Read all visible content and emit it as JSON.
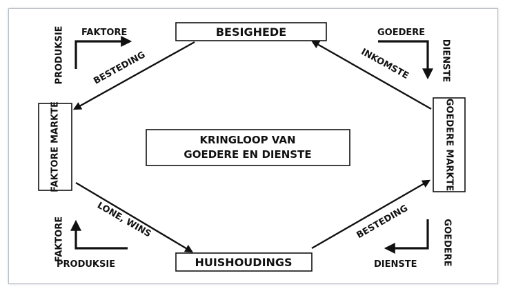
{
  "nodes": {
    "besighede": "BESIGHEDE",
    "huishoudings": "HUISHOUDINGS",
    "faktore_markte": "FAKTORE MARKTE",
    "goedere_markte": "GOEDERE MARKTE",
    "center_line1": "KRINGLOOP VAN",
    "center_line2": "GOEDERE EN DIENSTE"
  },
  "flows": {
    "top_left": "BESTEDING",
    "top_right": "INKOMSTE",
    "bottom_left": "LONE, WINS",
    "bottom_right": "BESTEDING"
  },
  "corners": {
    "top_left": {
      "horizontal": "FAKTORE",
      "vertical": "PRODUKSIE"
    },
    "top_right": {
      "horizontal": "GOEDERE",
      "vertical": "DIENSTE"
    },
    "bottom_left": {
      "horizontal": "PRODUKSIE",
      "vertical": "FAKTORE"
    },
    "bottom_right": {
      "horizontal": "DIENSTE",
      "vertical": "GOEDERE"
    }
  }
}
